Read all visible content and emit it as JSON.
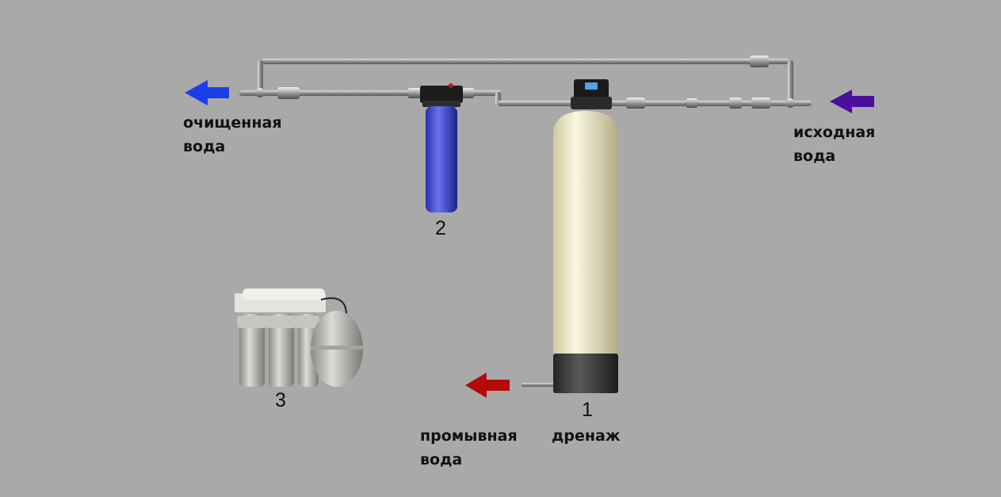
{
  "labels": {
    "clean_water": {
      "line1": "очищенная",
      "line2": "вода"
    },
    "source_water": {
      "line1": "исходная",
      "line2": "вода"
    },
    "wash_water": {
      "line1": "промывная",
      "line2": "вода"
    },
    "drain": "дренаж"
  },
  "components": {
    "softener_number": "1",
    "cartridge_number": "2",
    "ro_number": "3"
  },
  "colors": {
    "clean_arrow": "#1a3fe6",
    "source_arrow": "#4b0f9e",
    "wash_arrow": "#b40a0a"
  }
}
